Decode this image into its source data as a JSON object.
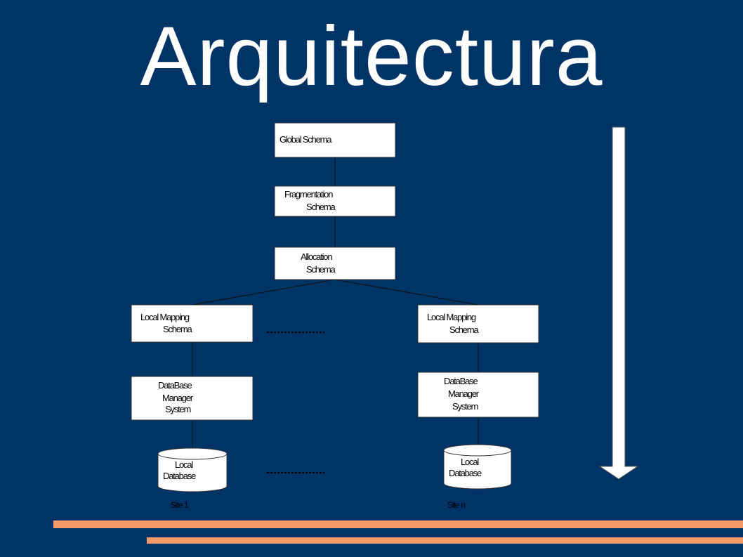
{
  "slide": {
    "title": "Arquitectura"
  },
  "diagram": {
    "global_schema": "Global Schema",
    "fragmentation_schema": [
      "Fragmentation",
      "Schema"
    ],
    "allocation_schema": [
      "Allocation",
      "Schema"
    ],
    "local_mapping_schema_1": [
      "Local Mapping",
      "Schema"
    ],
    "local_mapping_schema_n": [
      "Local Mapping",
      "Schema"
    ],
    "dbms_1": [
      "DataBase",
      "Manager",
      "System"
    ],
    "dbms_n": [
      "DataBase",
      "Manager",
      "System"
    ],
    "local_db_1": [
      "Local",
      "Database"
    ],
    "local_db_n": [
      "Local",
      "Database"
    ],
    "site_1": "Site 1",
    "site_n": "Site n"
  },
  "colors": {
    "background": "#003366",
    "accent_bars": "#f59b6a",
    "box_fill": "#ffffff"
  }
}
